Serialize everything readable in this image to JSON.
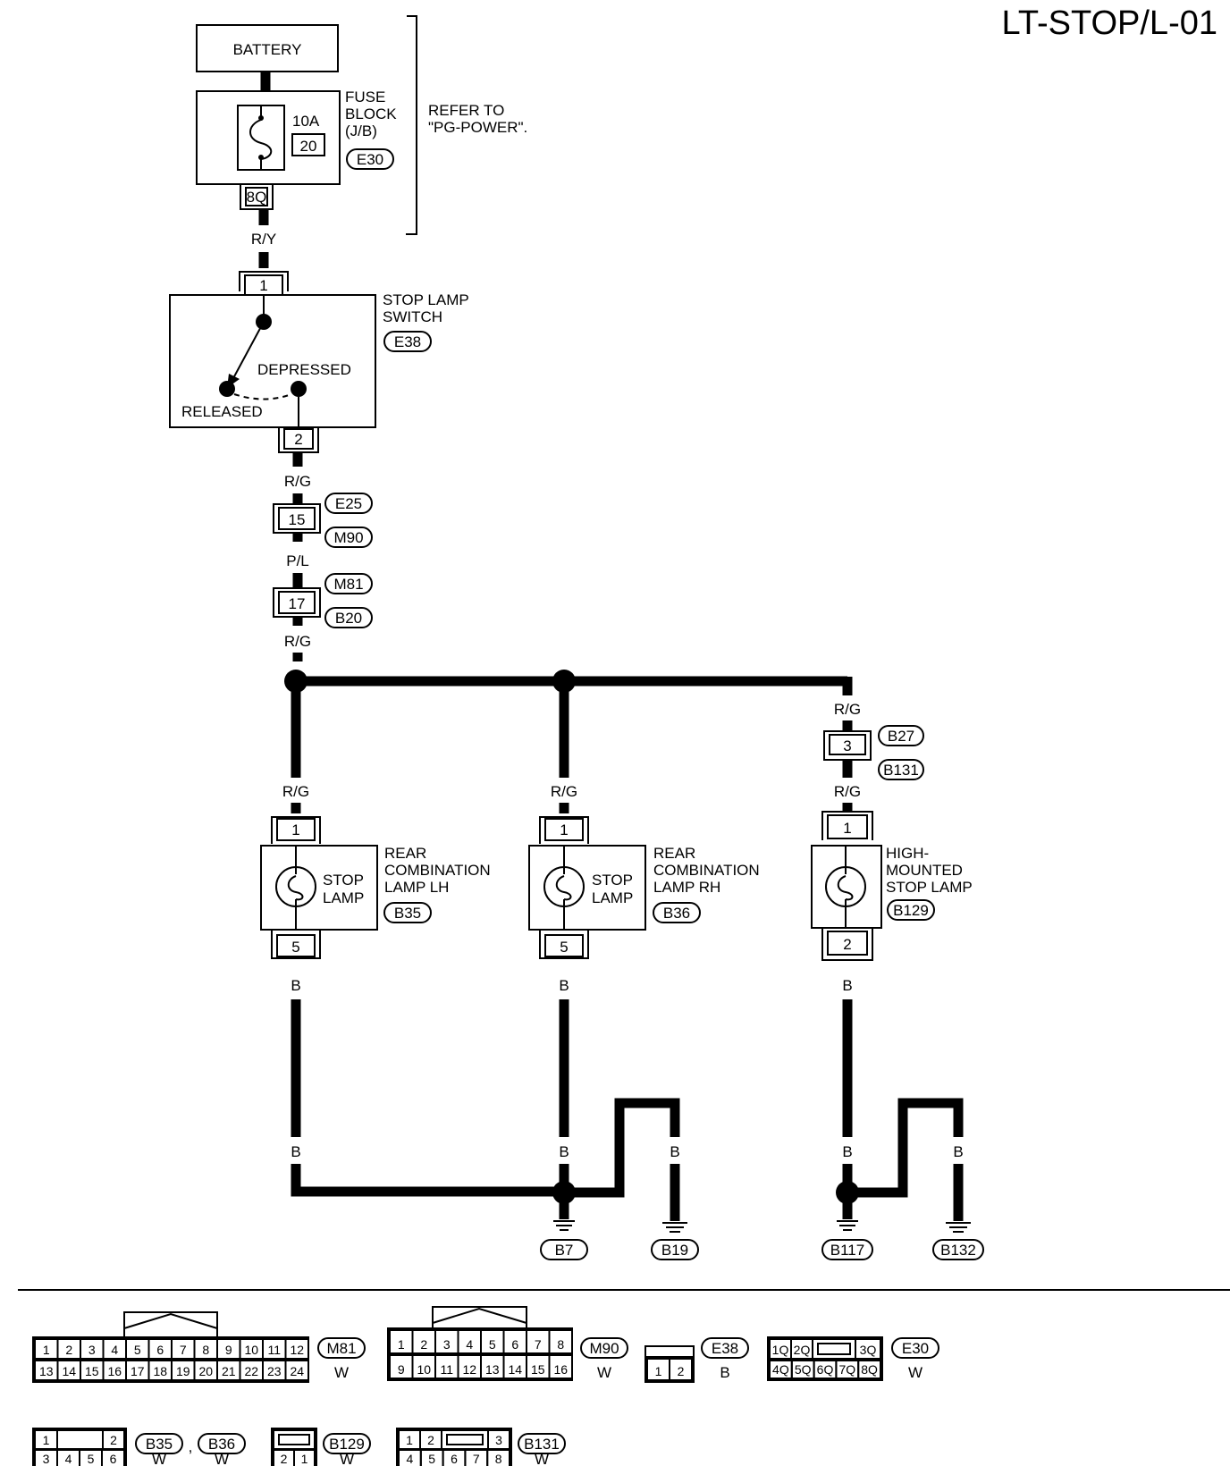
{
  "page_id": "LT-STOP/L-01",
  "battery": "BATTERY",
  "fuse_block": {
    "label_lines": [
      "FUSE",
      "BLOCK",
      "(J/B)"
    ],
    "amps": "10A",
    "fuse_no": "20",
    "connector": "E30",
    "terminal": "8Q"
  },
  "refer_lines": [
    "REFER TO",
    "\"PG-POWER\"."
  ],
  "wire_colors": {
    "battery_to_switch": "R/Y",
    "switch_out": "R/G",
    "after_e25": "P/L",
    "after_m81": "R/G",
    "to_b27": "R/G",
    "after_b27": "R/G",
    "lamp_lh_in": "R/G",
    "lamp_rh_in": "R/G",
    "ground_wire": "B"
  },
  "stop_lamp_switch": {
    "label_lines": [
      "STOP LAMP",
      "SWITCH"
    ],
    "connector": "E38",
    "pin_in": "1",
    "pin_out": "2",
    "depressed": "DEPRESSED",
    "released": "RELEASED"
  },
  "junctions": {
    "j1": {
      "pin": "15",
      "top": "E25",
      "bottom": "M90"
    },
    "j2": {
      "pin": "17",
      "top": "M81",
      "bottom": "B20"
    },
    "j3": {
      "pin": "3",
      "top": "B27",
      "bottom": "B131"
    }
  },
  "lamps": [
    {
      "name_lines": [
        "REAR",
        "COMBINATION",
        "LAMP LH"
      ],
      "connector": "B35",
      "inner": [
        "STOP",
        "LAMP"
      ],
      "pin_in": "1",
      "pin_out": "5"
    },
    {
      "name_lines": [
        "REAR",
        "COMBINATION",
        "LAMP RH"
      ],
      "connector": "B36",
      "inner": [
        "STOP",
        "LAMP"
      ],
      "pin_in": "1",
      "pin_out": "5"
    },
    {
      "name_lines": [
        "HIGH-",
        "MOUNTED",
        "STOP LAMP"
      ],
      "connector": "B129",
      "inner": [],
      "pin_in": "1",
      "pin_out": "2"
    }
  ],
  "grounds": [
    "B7",
    "B19",
    "B117",
    "B132"
  ],
  "connector_legend": {
    "m81": {
      "id": "M81",
      "color": "W",
      "row1": [
        "1",
        "2",
        "3",
        "4",
        "5",
        "6",
        "7",
        "8",
        "9",
        "10",
        "11",
        "12"
      ],
      "row2": [
        "13",
        "14",
        "15",
        "16",
        "17",
        "18",
        "19",
        "20",
        "21",
        "22",
        "23",
        "24"
      ]
    },
    "m90": {
      "id": "M90",
      "color": "W",
      "row1": [
        "1",
        "2",
        "3",
        "4",
        "5",
        "6",
        "7",
        "8"
      ],
      "row2": [
        "9",
        "10",
        "11",
        "12",
        "13",
        "14",
        "15",
        "16"
      ]
    },
    "e38": {
      "id": "E38",
      "color": "B",
      "row1": [
        "1",
        "2"
      ]
    },
    "e30": {
      "id": "E30",
      "color": "W",
      "row1": [
        "1Q",
        "2Q",
        "",
        "3Q"
      ],
      "row2": [
        "4Q",
        "5Q",
        "6Q",
        "7Q",
        "8Q"
      ]
    },
    "b35_b36": {
      "id1": "B35",
      "id2": "B36",
      "sep": ",",
      "color1": "W",
      "color2": "W",
      "row1": [
        "1",
        "",
        "2"
      ],
      "row2": [
        "3",
        "4",
        "5",
        "6"
      ]
    },
    "b129": {
      "id": "B129",
      "color": "W",
      "row1": [
        ""
      ],
      "row2": [
        "2",
        "1"
      ]
    },
    "b131": {
      "id": "B131",
      "color": "W",
      "row1": [
        "1",
        "2",
        "",
        "3"
      ],
      "row2": [
        "4",
        "5",
        "6",
        "7",
        "8"
      ]
    }
  }
}
